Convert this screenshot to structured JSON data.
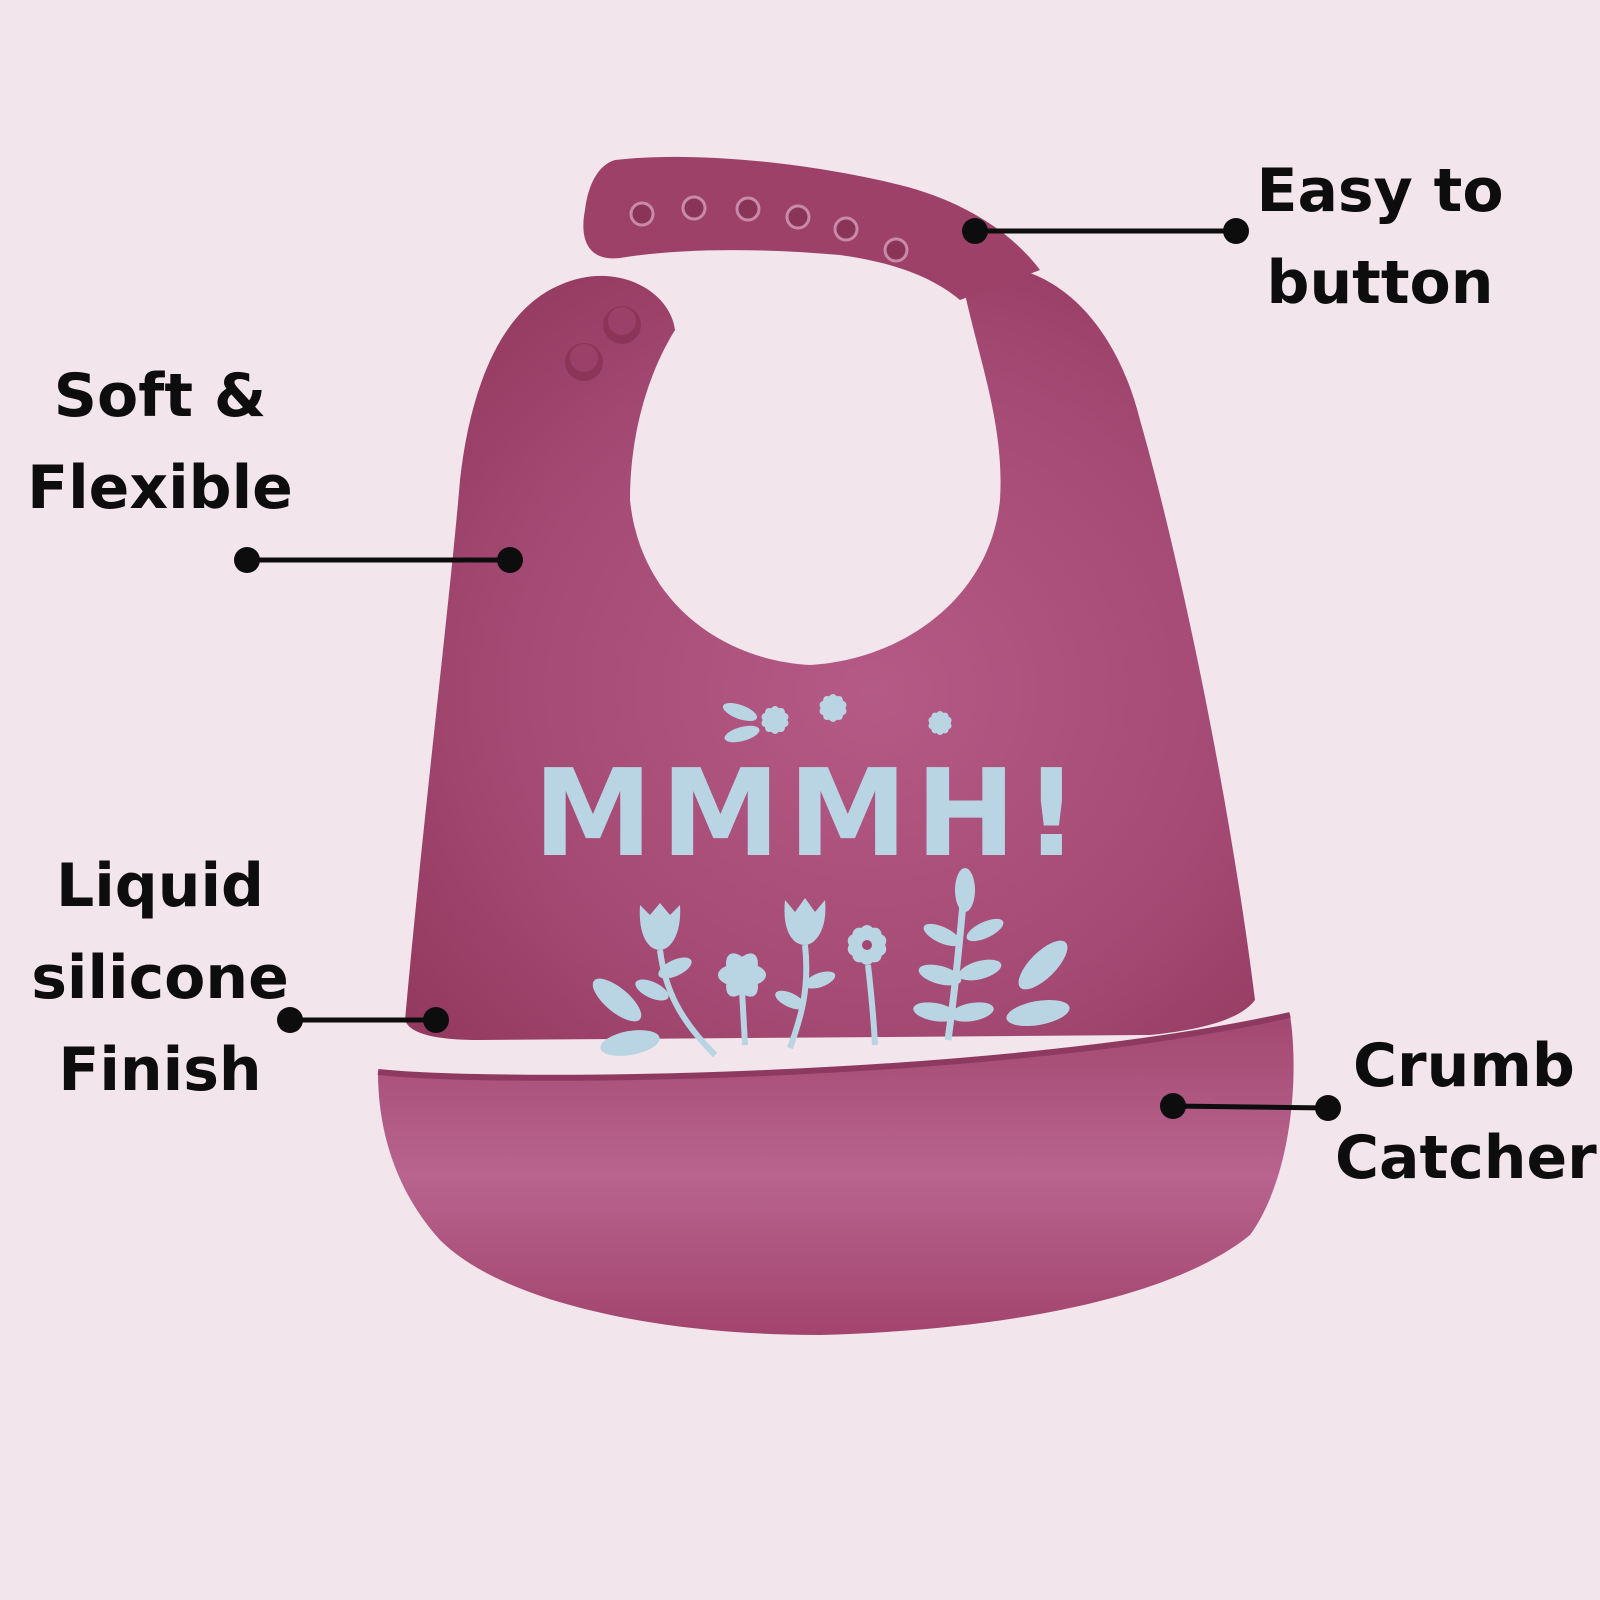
{
  "colors": {
    "background": "#f2e5ec",
    "bib": "#a34770",
    "bib_dark": "#8e3a60",
    "print": "#b9d4e2",
    "callout": "#0d0d0d"
  },
  "callouts": {
    "soft_flexible": [
      "Soft &",
      "Flexible"
    ],
    "liquid_silicone": [
      "Liquid",
      "silicone",
      "Finish"
    ],
    "easy_button": [
      "Easy to",
      "button"
    ],
    "crumb_catcher": [
      "Crumb",
      "Catcher"
    ]
  },
  "bib_print": {
    "text": "MMMH!"
  }
}
